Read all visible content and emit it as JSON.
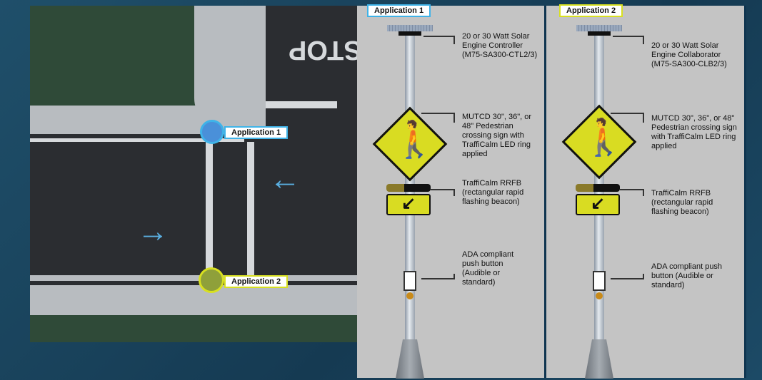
{
  "street_map": {
    "road_marking": "STOP",
    "markers": [
      {
        "label": "Application 1",
        "color": "#4a90d9",
        "border": "#3fb3e8"
      },
      {
        "label": "Application 2",
        "color": "#8fa03a",
        "border": "#d8e020"
      }
    ]
  },
  "panels": [
    {
      "title": "Application 1",
      "title_border": "#3fb3e8",
      "callouts": [
        "20 or 30 Watt Solar Engine Controller (M75-SA300-CTL2/3)",
        "MUTCD 30\", 36\", or 48\" Pedestrian crossing sign with TraffiCalm LED ring applied",
        "TraffiCalm RRFB (rectangular rapid flashing beacon)",
        "ADA compliant push button (Audible or standard)"
      ]
    },
    {
      "title": "Application 2",
      "title_border": "#d8e020",
      "callouts": [
        "20 or 30 Watt Solar Engine Collaborator (M75-SA300-CLB2/3)",
        "MUTCD 30\", 36\", or 48\" Pedestrian crossing sign with TraffiCalm LED ring applied",
        "TraffiCalm RRFB (rectangular rapid flashing beacon)",
        "ADA compliant push button (Audible or standard)"
      ]
    }
  ]
}
